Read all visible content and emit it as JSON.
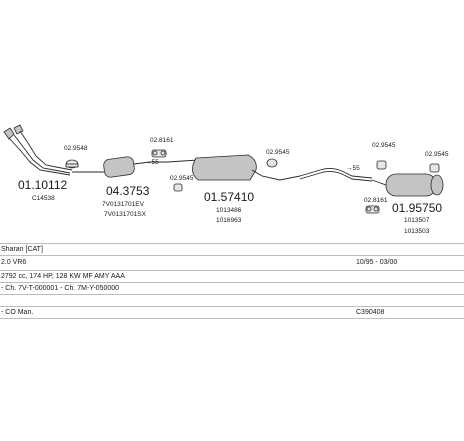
{
  "diagram": {
    "parts": [
      {
        "id": "front-pipe",
        "number": "01.10112",
        "refs": [
          "C14538"
        ]
      },
      {
        "id": "clamp-a",
        "number": "02.9548",
        "refs": []
      },
      {
        "id": "catalytic",
        "number": "04.3753",
        "refs": [
          "7V0131701EV",
          "7V0131701SX"
        ]
      },
      {
        "id": "hanger-a",
        "number": "02.8161",
        "refs": []
      },
      {
        "id": "ring-55-a",
        "number": "55",
        "refs": []
      },
      {
        "id": "clamp-b",
        "number": "02.9545",
        "refs": []
      },
      {
        "id": "middle-silencer",
        "number": "01.57410",
        "refs": [
          "1013486",
          "1016963"
        ]
      },
      {
        "id": "clamp-c",
        "number": "02.9545",
        "refs": []
      },
      {
        "id": "ring-55-b",
        "number": "55",
        "refs": []
      },
      {
        "id": "clamp-d",
        "number": "02.9545",
        "refs": []
      },
      {
        "id": "clamp-e",
        "number": "02.9545",
        "refs": []
      },
      {
        "id": "hanger-b",
        "number": "02.8161",
        "refs": []
      },
      {
        "id": "rear-silencer",
        "number": "01.95750",
        "refs": [
          "1013507",
          "1013503"
        ]
      }
    ]
  },
  "info": {
    "model": "Sharan [CAT]",
    "engine": "2.0 VR6",
    "years": "10/95 - 03/00",
    "spec": "2792 cc, 174 HP, 128 KW MF AMY AAA",
    "chassis": "- Ch. 7V-T-000001 - Ch. 7M-Y-050000",
    "kit_label": "- CO Man.",
    "kit_code": "C390408"
  }
}
